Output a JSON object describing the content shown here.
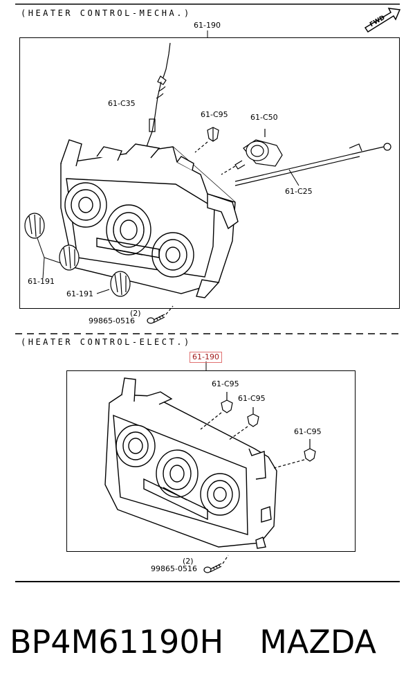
{
  "mecha": {
    "title": "(HEATER CONTROL-MECHA.)",
    "part_main": "61-190",
    "cable_c35": "61-C35",
    "clip_c95": "61-C95",
    "actuator_c50": "61-C50",
    "cable_c25": "61-C25",
    "knob_191_a": "61-191",
    "knob_191_b": "61-191",
    "screw_qty": "(2)",
    "screw_part": "99865-0516"
  },
  "fwd_marker": "FWD",
  "elect": {
    "title": "(HEATER CONTROL-ELECT.)",
    "part_main": "61-190",
    "clip_c95_a": "61-C95",
    "clip_c95_b": "61-C95",
    "clip_c95_c": "61-C95",
    "screw_qty": "(2)",
    "screw_part": "99865-0516"
  },
  "caption": {
    "part_number": "BP4M61190H",
    "brand": "MAZDA"
  },
  "colors": {
    "highlight": "#e07070"
  }
}
